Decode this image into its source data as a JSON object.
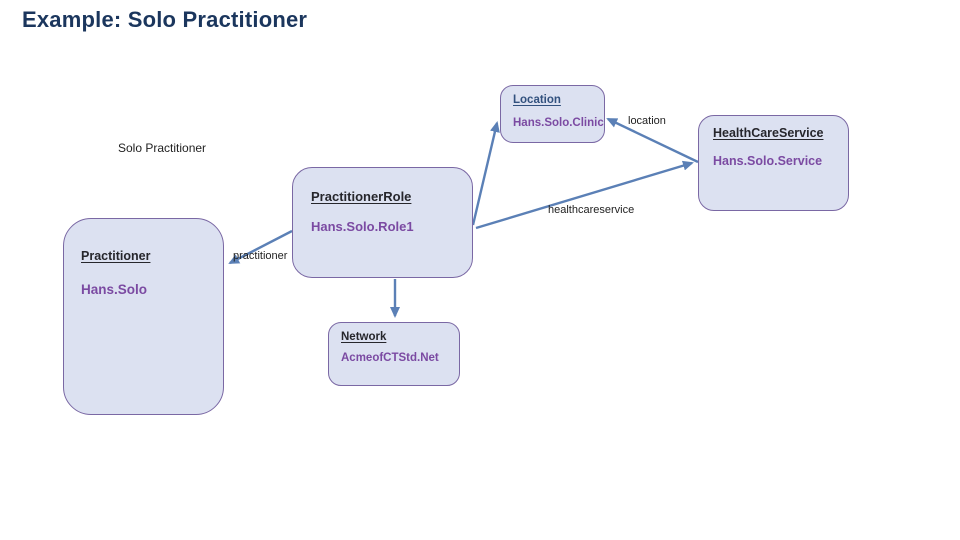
{
  "slide": {
    "title": "Example: Solo Practitioner",
    "scenario_label": "Solo Practitioner"
  },
  "diagram": {
    "nodes": {
      "location": {
        "title": "Location",
        "instance": "Hans.Solo.Clinic"
      },
      "healthcareservice": {
        "title": "HealthCareService",
        "instance": "Hans.Solo.Service"
      },
      "practitionerrole": {
        "title": "PractitionerRole",
        "instance": "Hans.Solo.Role1"
      },
      "practitioner": {
        "title": "Practitioner",
        "instance": "Hans.Solo"
      },
      "network": {
        "title": "Network",
        "instance": "AcmeofCTStd.Net"
      }
    },
    "edges": {
      "role_to_location": {
        "from": "practitionerrole",
        "to": "location",
        "label": ""
      },
      "service_to_location": {
        "from": "healthcareservice",
        "to": "location",
        "label": "location"
      },
      "role_to_service": {
        "from": "practitionerrole",
        "to": "healthcareservice",
        "label": "healthcareservice"
      },
      "role_to_practitioner": {
        "from": "practitionerrole",
        "to": "practitioner",
        "label": "practitioner"
      },
      "role_to_network": {
        "from": "practitionerrole",
        "to": "network",
        "label": ""
      }
    }
  },
  "colors": {
    "background": "#ffffff",
    "title_text": "#1b365d",
    "label_text": "#1f1f1f",
    "node_fill": "#dce1f1",
    "node_border": "#7a68a4",
    "node_title_text": "#26262c",
    "location_title_text": "#32517e",
    "instance_text": "#7b4aa2",
    "arrow": "#5b80b6"
  }
}
